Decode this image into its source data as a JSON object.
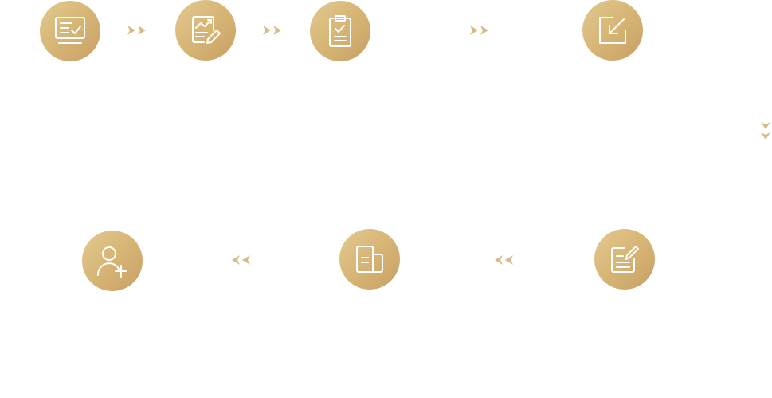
{
  "flow": {
    "steps": [
      {
        "id": "step-1",
        "icon": "monitor-check-icon"
      },
      {
        "id": "step-2",
        "icon": "chart-edit-icon"
      },
      {
        "id": "step-3",
        "icon": "clipboard-check-icon"
      },
      {
        "id": "step-4",
        "icon": "arrow-down-left-box-icon"
      },
      {
        "id": "step-5",
        "icon": "note-edit-icon"
      },
      {
        "id": "step-6",
        "icon": "document-icon"
      },
      {
        "id": "step-7",
        "icon": "user-add-icon"
      }
    ],
    "connectors": [
      {
        "direction": "right"
      },
      {
        "direction": "right"
      },
      {
        "direction": "right"
      },
      {
        "direction": "down"
      },
      {
        "direction": "left"
      },
      {
        "direction": "left"
      }
    ]
  },
  "colors": {
    "accent_light": "#e2c991",
    "accent_dark": "#c8a064",
    "arrow": "#d6bb86",
    "icon_stroke": "#ffffff"
  }
}
